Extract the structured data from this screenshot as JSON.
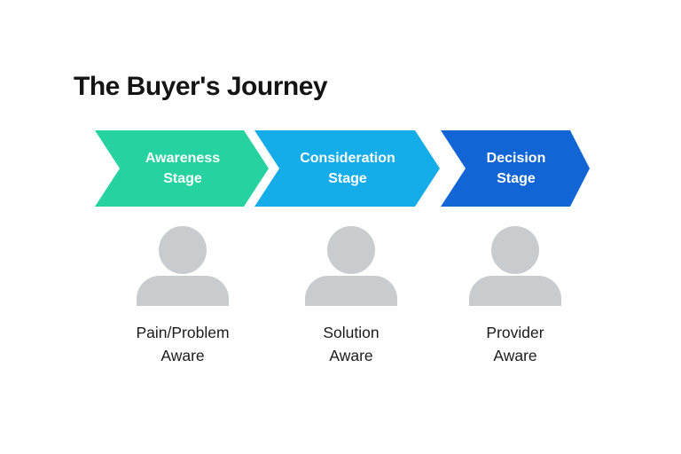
{
  "title": "The Buyer's Journey",
  "background_color": "#FFFFFF",
  "title_color": "#141414",
  "stage_text_color": "#FFFFFF",
  "persona_text_color": "#1B1B1B",
  "stages": [
    {
      "id": "awareness",
      "label": "Awareness\nStage",
      "color": "#26D3A0",
      "persona": "Pain/Problem\nAware"
    },
    {
      "id": "consideration",
      "label": "Consideration\nStage",
      "color": "#15ACEA",
      "persona": "Solution\nAware"
    },
    {
      "id": "decision",
      "label": "Decision\nStage",
      "color": "#1265D5",
      "persona": "Provider\nAware"
    }
  ],
  "icon": {
    "name": "person-icon",
    "color": "#C8CCCE"
  }
}
